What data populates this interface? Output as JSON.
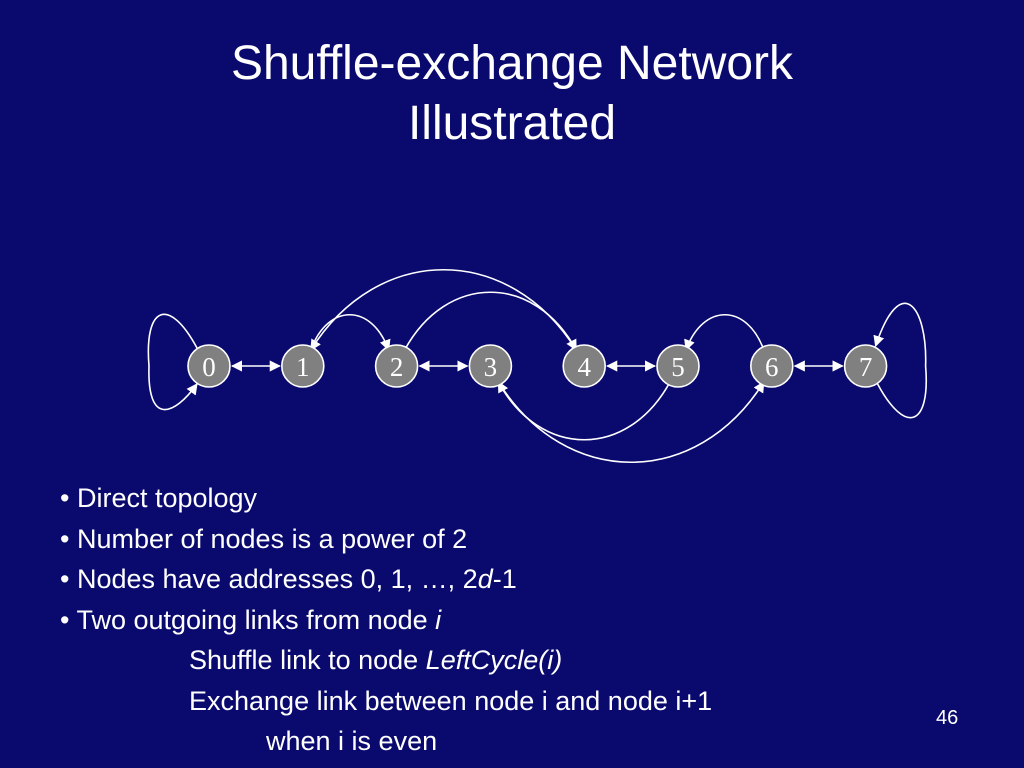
{
  "slide": {
    "title_line1": "Shuffle-exchange Network",
    "title_line2": "Illustrated",
    "slide_number": "46"
  },
  "diagram": {
    "nodes": [
      "0",
      "1",
      "2",
      "3",
      "4",
      "5",
      "6",
      "7"
    ],
    "exchange_links": [
      [
        0,
        1
      ],
      [
        2,
        3
      ],
      [
        4,
        5
      ],
      [
        6,
        7
      ]
    ],
    "shuffle_links": [
      [
        0,
        0
      ],
      [
        1,
        2
      ],
      [
        2,
        4
      ],
      [
        3,
        6
      ],
      [
        4,
        1
      ],
      [
        5,
        3
      ],
      [
        6,
        5
      ],
      [
        7,
        7
      ]
    ],
    "colors": {
      "background": "#0a0a6e",
      "node_fill": "#808080",
      "line": "#ffffff"
    }
  },
  "bullets": {
    "b1": "• Direct topology",
    "b2": "• Number of nodes is a power of 2",
    "b3_prefix": "• Nodes have addresses 0, 1, …, 2",
    "b3_italic": "d",
    "b3_suffix": "-1",
    "b4_prefix": "• Two outgoing links from node ",
    "b4_italic": "i",
    "b5_prefix": "Shuffle link to node ",
    "b5_italic": "LeftCycle(i)",
    "b6": "Exchange link between node i and node i+1",
    "b7": "when i is even"
  }
}
